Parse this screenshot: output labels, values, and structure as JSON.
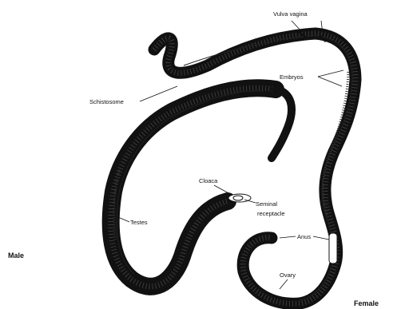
{
  "labels": {
    "vulva_vagina": "Vulva vagina",
    "embryos": "Embryos",
    "schistosome": "Schistosome",
    "cloaca": "Cloaca",
    "seminal_receptacle_line1": "Seminal",
    "seminal_receptacle_line2": "receptacle",
    "testes": "Testes",
    "anus": "Anus",
    "ovary": "Ovary",
    "male": "Male",
    "female": "Female"
  },
  "colors": {
    "ink": "#111111",
    "background": "#ffffff"
  }
}
